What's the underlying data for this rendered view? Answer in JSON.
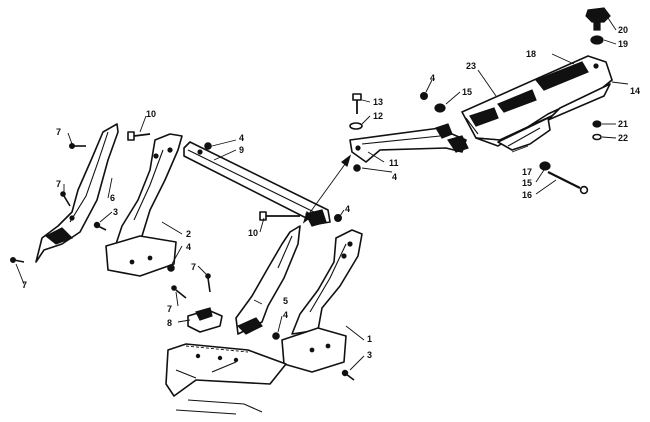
{
  "callouts": [
    {
      "id": "c1",
      "text": "1"
    },
    {
      "id": "c2",
      "text": "2"
    },
    {
      "id": "c3a",
      "text": "3"
    },
    {
      "id": "c3b",
      "text": "3"
    },
    {
      "id": "c4a",
      "text": "4"
    },
    {
      "id": "c4b",
      "text": "4"
    },
    {
      "id": "c4c",
      "text": "4"
    },
    {
      "id": "c4d",
      "text": "4"
    },
    {
      "id": "c4e",
      "text": "4"
    },
    {
      "id": "c4f",
      "text": "4"
    },
    {
      "id": "c5",
      "text": "5"
    },
    {
      "id": "c6",
      "text": "6"
    },
    {
      "id": "c7a",
      "text": "7"
    },
    {
      "id": "c7b",
      "text": "7"
    },
    {
      "id": "c7c",
      "text": "7"
    },
    {
      "id": "c7d",
      "text": "7"
    },
    {
      "id": "c7e",
      "text": "7"
    },
    {
      "id": "c8",
      "text": "8"
    },
    {
      "id": "c9",
      "text": "9"
    },
    {
      "id": "c10a",
      "text": "10"
    },
    {
      "id": "c10b",
      "text": "10"
    },
    {
      "id": "c11",
      "text": "11"
    },
    {
      "id": "c12",
      "text": "12"
    },
    {
      "id": "c13",
      "text": "13"
    },
    {
      "id": "c14",
      "text": "14"
    },
    {
      "id": "c15a",
      "text": "15"
    },
    {
      "id": "c15b",
      "text": "15"
    },
    {
      "id": "c16",
      "text": "16"
    },
    {
      "id": "c17",
      "text": "17"
    },
    {
      "id": "c18",
      "text": "18"
    },
    {
      "id": "c19",
      "text": "19"
    },
    {
      "id": "c20",
      "text": "20"
    },
    {
      "id": "c21",
      "text": "21"
    },
    {
      "id": "c22",
      "text": "22"
    },
    {
      "id": "c23",
      "text": "23"
    }
  ]
}
